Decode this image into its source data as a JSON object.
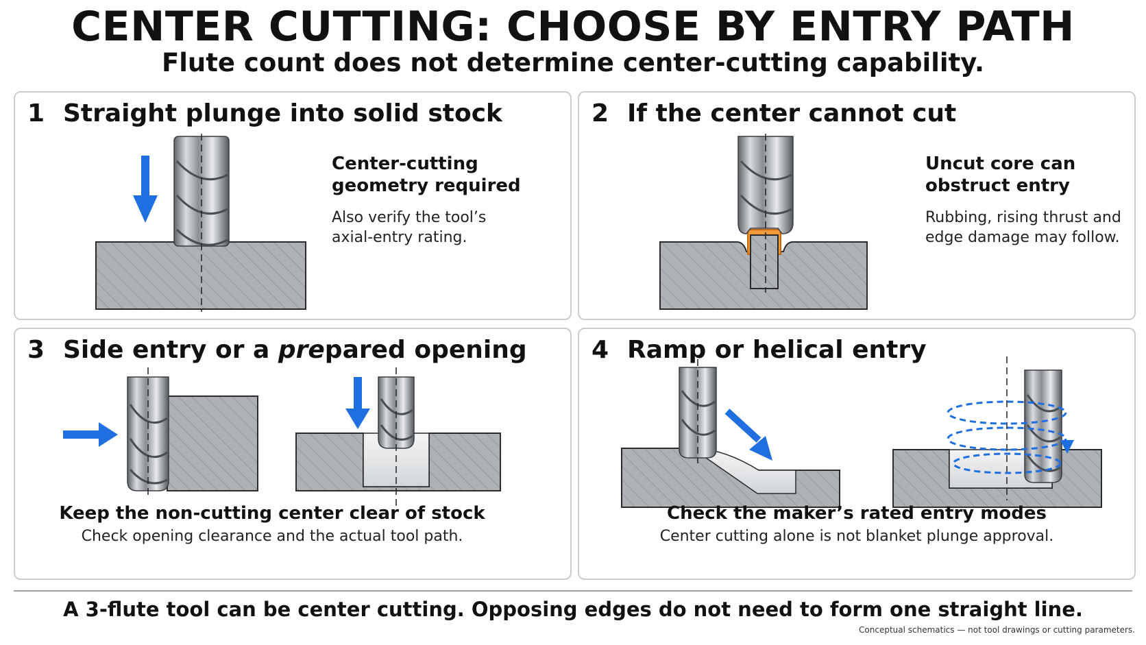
{
  "title": "CENTER CUTTING: CHOOSE BY ENTRY PATH",
  "subtitle": "Flute count does not determine center-cutting capability.",
  "panels": [
    {
      "number": "1",
      "heading": "Straight plunge into solid stock",
      "note_title_lines": [
        "Center-cutting",
        "geometry required"
      ],
      "note_body_lines": [
        "Also verify the tool’s",
        "axial-entry rating."
      ]
    },
    {
      "number": "2",
      "heading": "If the center cannot cut",
      "note_title_lines": [
        "Uncut core can",
        "obstruct entry"
      ],
      "note_body_lines": [
        "Rubbing, rising thrust and",
        "edge damage may follow."
      ]
    },
    {
      "number": "3",
      "heading_pre": "Side entry or a ",
      "heading_em": "pre",
      "heading_post": "pared opening",
      "caption_title": "Keep the non-cutting center clear of stock",
      "caption_body": "Check opening clearance and the actual tool path."
    },
    {
      "number": "4",
      "heading": "Ramp or helical entry",
      "caption_title": "Check the maker’s rated entry modes",
      "caption_body": "Center cutting alone is not blanket plunge approval."
    }
  ],
  "footer": "A 3-flute tool can be center cutting. Opposing edges do not need to form one straight line.",
  "fineprint": "Conceptual schematics — not tool drawings or cutting parameters.",
  "colors": {
    "arrow_blue": "#1f6fe0",
    "uncut_core_orange": "#f29a3a",
    "stock_gray": "#a9adb2",
    "panel_border": "#c9ccd1"
  }
}
